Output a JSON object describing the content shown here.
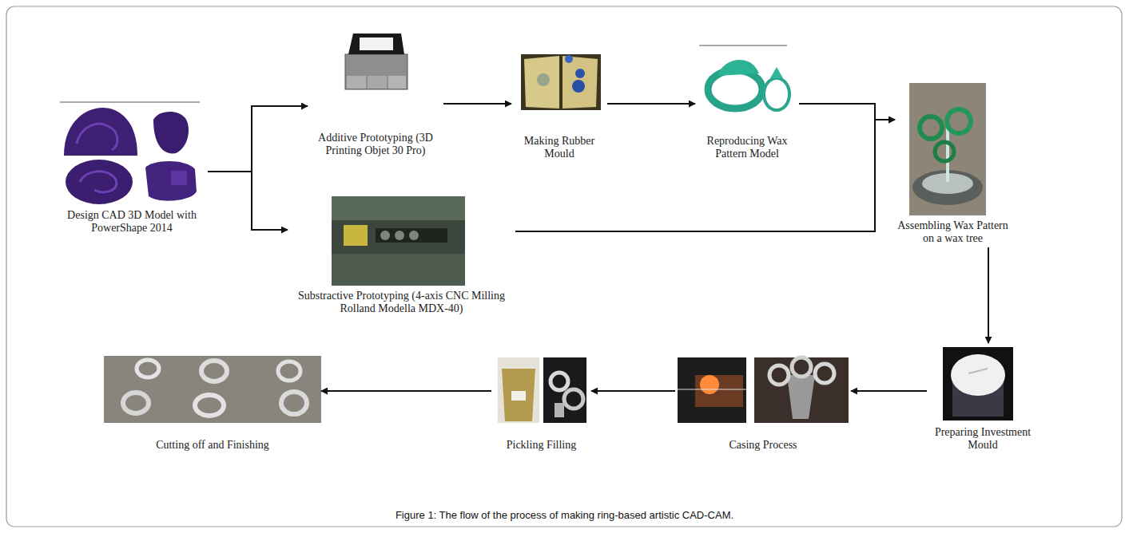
{
  "diagram": {
    "caption": "Figure 1: The flow of the process of making ring-based artistic CAD-CAM.",
    "nodes": [
      {
        "text": [
          "Design CAD 3D Model with PowerShape 2014"
        ]
      },
      {
        "text": [
          "Additive Prototyping (3D Printing Objet 30 Pro)"
        ]
      },
      {
        "text": [
          "Making Rubber Mould"
        ]
      },
      {
        "text": [
          "Reproducing Wax Pattern Model"
        ]
      },
      {
        "text": [
          "Substractive Prototyping (4-axis CNC Milling Rolland Modella MDX-40)"
        ]
      },
      {
        "text": [
          "Assembling Wax Pattern on a wax tree"
        ]
      },
      {
        "text": [
          "Preparing Investment Mould"
        ]
      },
      {
        "text": [
          "Casing Process"
        ]
      },
      {
        "text": [
          "Pickling Filling"
        ]
      },
      {
        "text": [
          "Cutting off and Finishing"
        ]
      }
    ],
    "edges": [
      {
        "from": 0,
        "to": 1,
        "arrow": "to"
      },
      {
        "from": 0,
        "to": 4,
        "arrow": "to"
      },
      {
        "from": 1,
        "to": 2,
        "arrow": "to"
      },
      {
        "from": 2,
        "to": 3,
        "arrow": "to"
      },
      {
        "from": 3,
        "to": 5,
        "arrow": "to"
      },
      {
        "from": 4,
        "to": 5,
        "arrow": "to"
      },
      {
        "from": 5,
        "to": 6,
        "arrow": "to"
      },
      {
        "from": 6,
        "to": 7,
        "arrow": "to"
      },
      {
        "from": 7,
        "to": 8,
        "arrow": "to"
      },
      {
        "from": 8,
        "to": 9,
        "arrow": "to"
      }
    ]
  }
}
